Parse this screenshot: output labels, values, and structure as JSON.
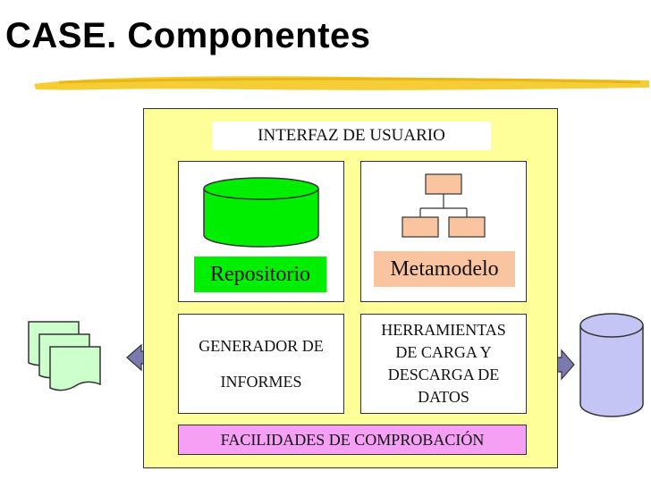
{
  "title": "CASE. Componentes",
  "components": {
    "interface": "INTERFAZ DE USUARIO",
    "repository": "Repositorio",
    "metamodel": "Metamodelo",
    "report_gen": [
      "GENERADOR DE",
      "INFORMES"
    ],
    "load_tools": [
      "HERRAMIENTAS",
      "DE CARGA Y",
      "DESCARGA DE",
      "DATOS"
    ],
    "check": "FACILIDADES DE COMPROBACIÓN"
  },
  "colors": {
    "main_bg": "#ffff99",
    "repository": "#00ee00",
    "metamodel": "#fbc4a0",
    "check": "#f5a0f5",
    "database": "#c4c4f5",
    "documents": "#ccffcc",
    "arrow": "#7a7ab0",
    "highlight": "#f2c414"
  },
  "icons": [
    "cylinder-icon",
    "hierarchy-icon",
    "documents-icon",
    "database-icon",
    "arrow-left-icon",
    "arrow-double-icon"
  ]
}
